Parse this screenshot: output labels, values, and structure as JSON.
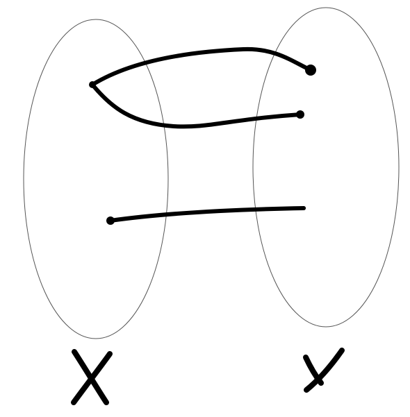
{
  "sets": [
    {
      "id": "domain",
      "label": "X"
    },
    {
      "id": "codomain",
      "label": "Y"
    }
  ],
  "mapping": {
    "domain_points": 2,
    "codomain_points": 3,
    "edges": [
      {
        "from": "x1",
        "to": "y1"
      },
      {
        "from": "x1",
        "to": "y2"
      },
      {
        "from": "x2",
        "to": "y3"
      }
    ]
  },
  "colors": {
    "background": "#ffffff",
    "outline": "#555555",
    "ink": "#000000"
  }
}
